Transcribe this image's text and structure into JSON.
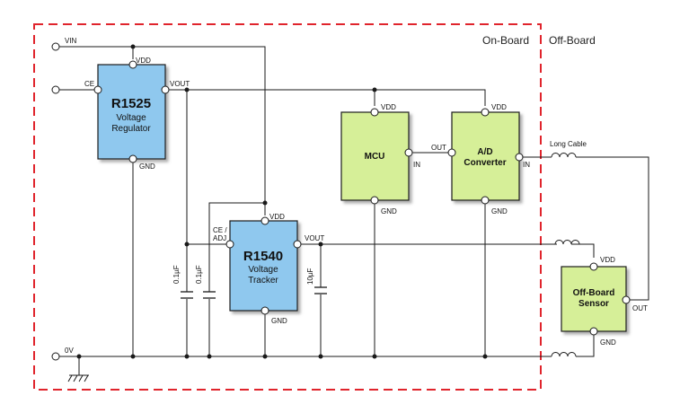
{
  "regions": {
    "on_board": "On-Board",
    "off_board": "Off-Board"
  },
  "colors": {
    "boundary": "#e0242c",
    "ic_fill": "#8fc8ee",
    "block_fill": "#d6ef98",
    "shadow": "#8a8a8a",
    "wire": "#1a1a1a"
  },
  "terminals": {
    "vin": "VIN",
    "ground": "0V"
  },
  "r1525": {
    "title": "R1525",
    "line1": "Voltage",
    "line2": "Regulator",
    "pins": {
      "vdd": "VDD",
      "ce": "CE",
      "vout": "VOUT",
      "gnd": "GND"
    }
  },
  "r1540": {
    "title": "R1540",
    "line1": "Voltage",
    "line2": "Tracker",
    "pins": {
      "vdd": "VDD",
      "ce_line1": "CE /",
      "ce_line2": "ADJ",
      "vout": "VOUT",
      "gnd": "GND"
    }
  },
  "mcu": {
    "title": "MCU",
    "pins": {
      "vdd": "VDD",
      "in": "IN",
      "gnd": "GND"
    }
  },
  "adc": {
    "line1": "A/D",
    "line2": "Converter",
    "pins": {
      "vdd": "VDD",
      "out": "OUT",
      "in": "IN",
      "gnd": "GND"
    }
  },
  "sensor": {
    "line1": "Off-Board",
    "line2": "Sensor",
    "pins": {
      "vdd": "VDD",
      "out": "OUT",
      "gnd": "GND"
    }
  },
  "capacitors": {
    "c1": "0.1µF",
    "c2": "0.1µF",
    "c3": "10µF"
  },
  "cable": {
    "label": "Long Cable"
  },
  "icons": {
    "ground": "ground-symbol-icon",
    "inductor": "inductor-coil-icon",
    "terminal": "terminal-circle-icon"
  }
}
